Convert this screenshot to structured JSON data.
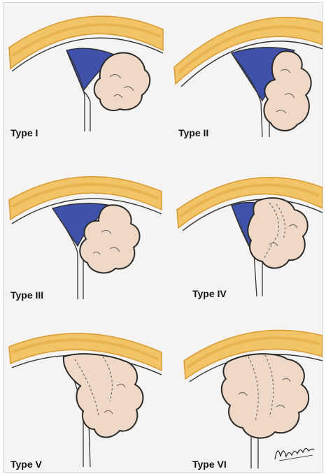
{
  "panels": [
    {
      "label": "Type I",
      "col": 0,
      "row": 0
    },
    {
      "label": "Type II",
      "col": 1,
      "row": 0
    },
    {
      "label": "Type III",
      "col": 0,
      "row": 1
    },
    {
      "label": "Type IV",
      "col": 1,
      "row": 1
    },
    {
      "label": "Type V",
      "col": 0,
      "row": 2
    },
    {
      "label": "Type VI",
      "col": 1,
      "row": 2
    }
  ],
  "signature_text": "Mattia Del Monte",
  "colors": {
    "paper": "#f5f4f2",
    "bone_light": "#f4d57e",
    "bone_dark": "#e0a23c",
    "space_blue": "#3e50a8",
    "tumor_fill": "#f0d8c6",
    "outline": "#2a2a2a"
  }
}
